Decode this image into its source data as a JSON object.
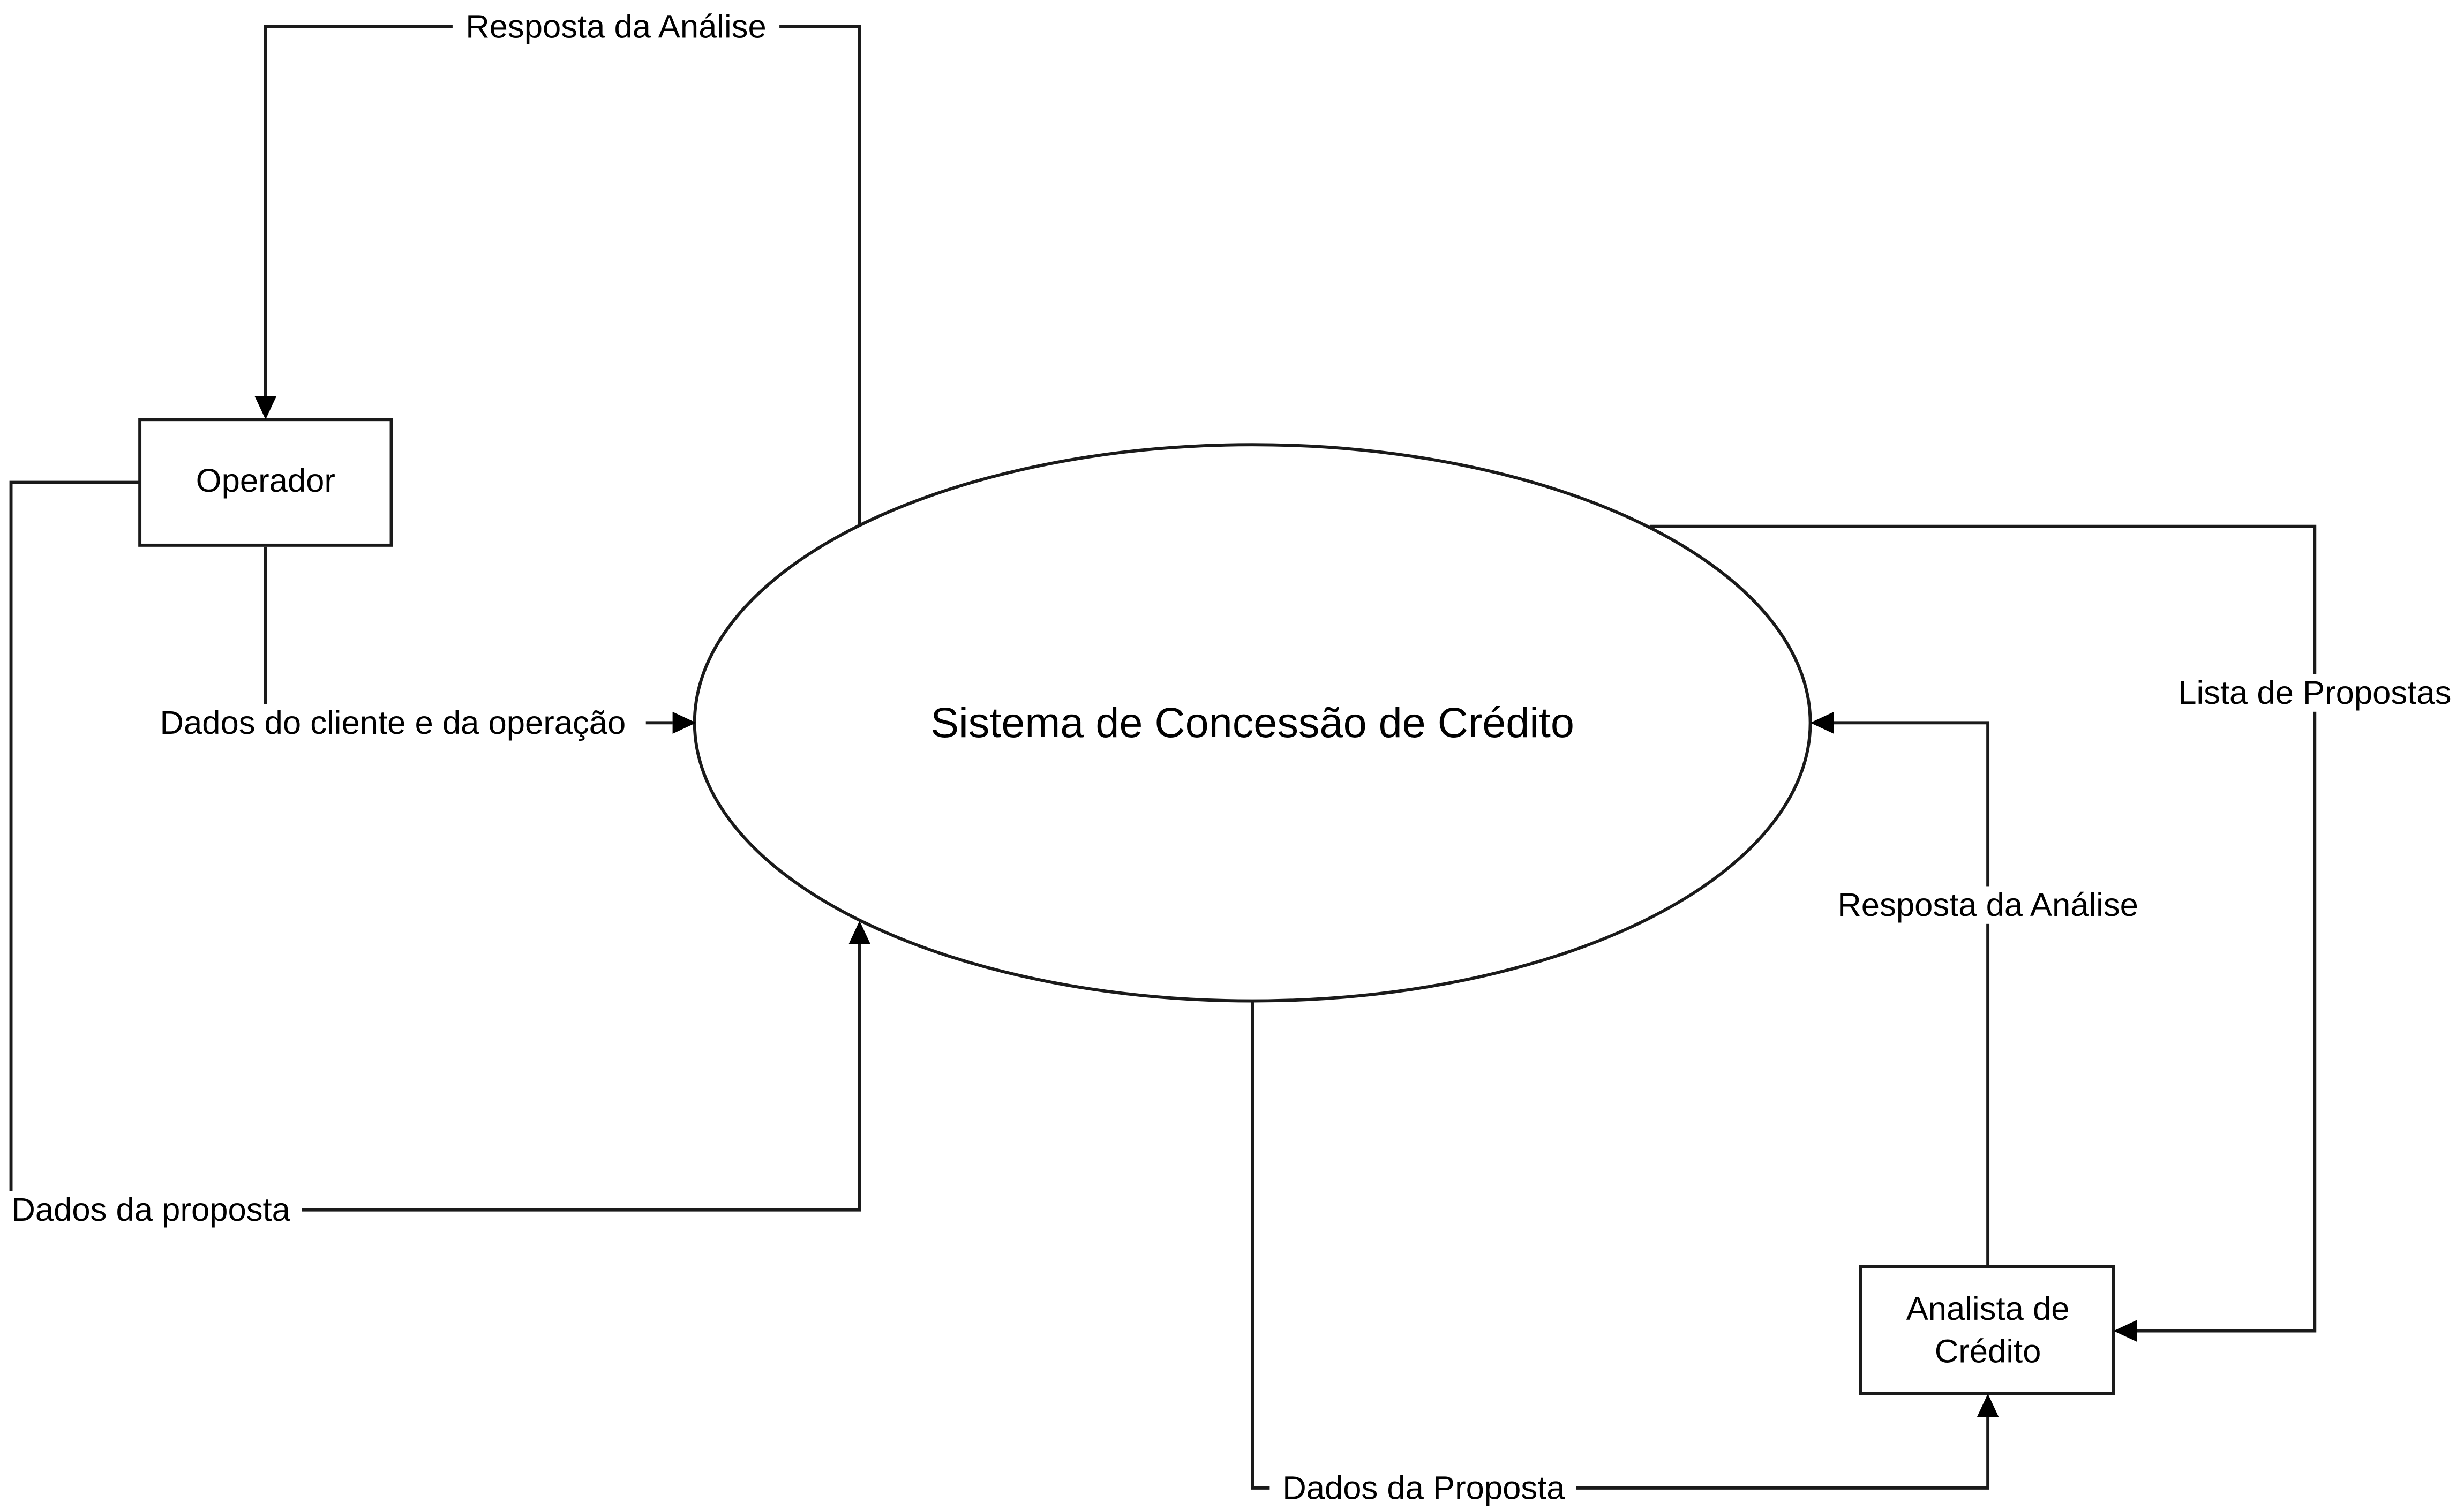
{
  "diagram": {
    "center_process": "Sistema de Concessão de Crédito",
    "entities": {
      "operador": "Operador",
      "analista_line1": "Analista de",
      "analista_line2": "Crédito"
    },
    "flows": {
      "resposta_operador": "Resposta da Análise",
      "dados_cliente": "Dados do cliente e da operação",
      "dados_proposta_operador": "Dados da proposta",
      "lista_propostas": "Lista de Propostas",
      "resposta_analista": "Resposta da Análise",
      "dados_proposta_analista": "Dados da Proposta"
    },
    "colors": {
      "line": "#1a1a1a",
      "background": "#ffffff"
    }
  }
}
